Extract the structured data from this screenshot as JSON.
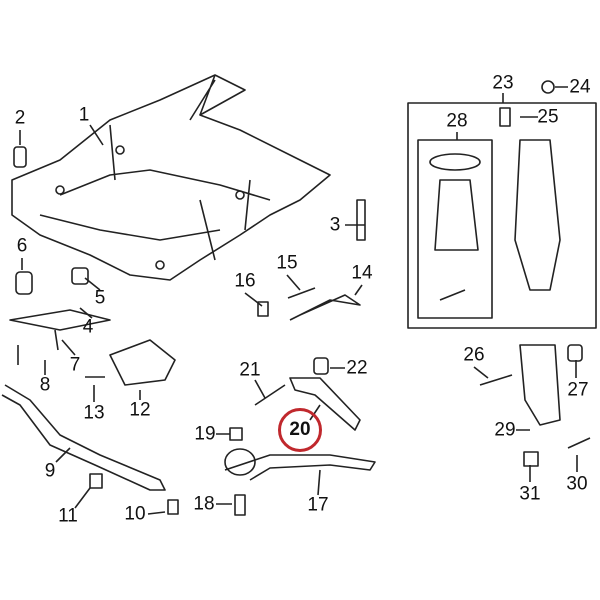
{
  "diagram": {
    "highlighted_part": "20",
    "highlight_color": "#c0282d",
    "part_labels": [
      "1",
      "2",
      "3",
      "4",
      "5",
      "6",
      "7",
      "8",
      "9",
      "10",
      "11",
      "12",
      "13",
      "14",
      "15",
      "16",
      "17",
      "18",
      "19",
      "21",
      "22",
      "23",
      "24",
      "25",
      "26",
      "27",
      "28",
      "29",
      "30",
      "31"
    ]
  }
}
